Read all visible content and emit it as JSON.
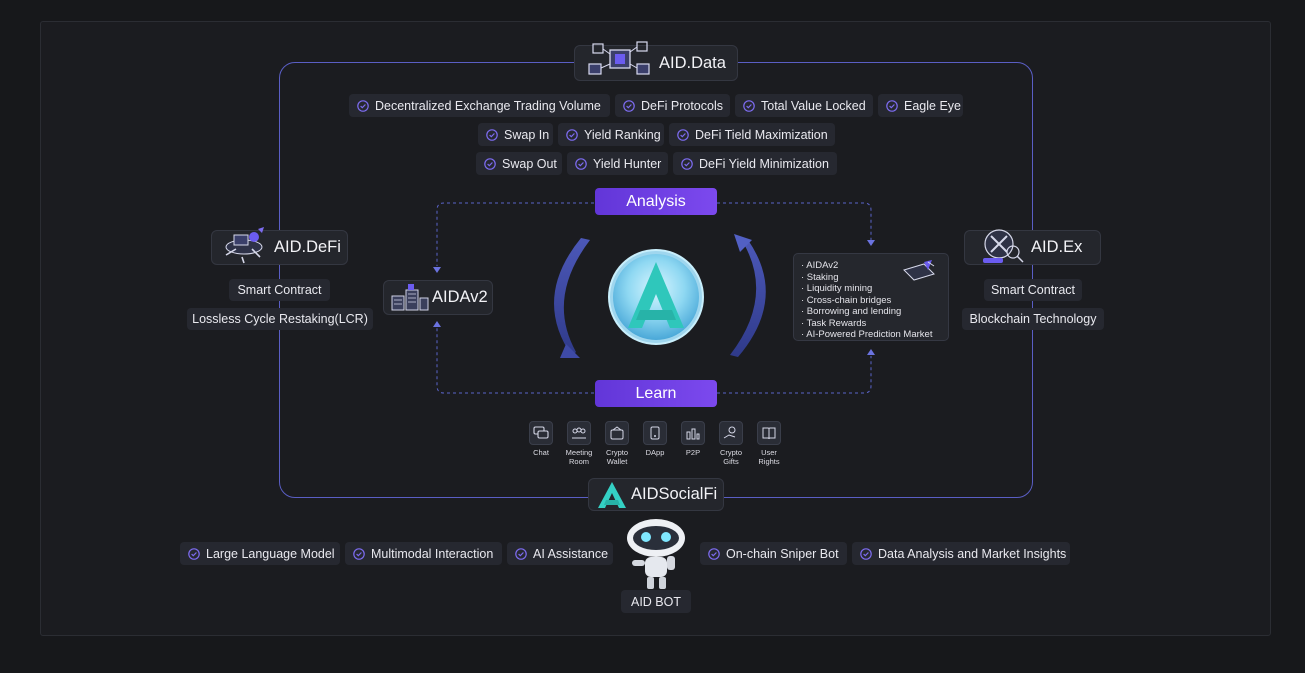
{
  "data_node": {
    "label": "AID.Data"
  },
  "data_chips": [
    {
      "label": "Decentralized Exchange Trading Volume"
    },
    {
      "label": "DeFi Protocols"
    },
    {
      "label": "Total Value Locked"
    },
    {
      "label": "Eagle Eye"
    },
    {
      "label": "Swap In"
    },
    {
      "label": "Yield Ranking"
    },
    {
      "label": "DeFi Tield Maximization"
    },
    {
      "label": "Swap Out"
    },
    {
      "label": "Yield Hunter"
    },
    {
      "label": "DeFi Yield Minimization"
    }
  ],
  "defi_node": {
    "label": "AID.DeFi"
  },
  "defi_items": [
    "Smart Contract",
    "Lossless Cycle Restaking(LCR)"
  ],
  "ex_node": {
    "label": "AID.Ex"
  },
  "ex_items": [
    "Smart Contract",
    "Blockchain Technology"
  ],
  "aidav2_node": {
    "label": "AIDAv2"
  },
  "analysis_label": "Analysis",
  "learn_label": "Learn",
  "feature_list": [
    "· AIDAv2",
    "· Staking",
    "· Liquidity mining",
    "· Cross-chain bridges",
    "· Borrowing and lending",
    "· Task Rewards",
    "· AI-Powered Prediction Market"
  ],
  "social_icons": [
    {
      "icon": "chat-icon",
      "label": "Chat"
    },
    {
      "icon": "meeting-room-icon",
      "label": "Meeting\nRoom"
    },
    {
      "icon": "crypto-wallet-icon",
      "label": "Crypto\nWallet"
    },
    {
      "icon": "dapp-icon",
      "label": "DApp"
    },
    {
      "icon": "p2p-icon",
      "label": "P2P"
    },
    {
      "icon": "crypto-gifts-icon",
      "label": "Crypto\nGifts"
    },
    {
      "icon": "user-rights-icon",
      "label": "User\nRights"
    }
  ],
  "socialfi_node": {
    "label": "AIDSocialFi"
  },
  "bot_chips_left": [
    {
      "label": "Large Language Model"
    },
    {
      "label": "Multimodal Interaction"
    },
    {
      "label": "AI Assistance"
    }
  ],
  "bot_chips_right": [
    {
      "label": "On-chain Sniper Bot"
    },
    {
      "label": "Data Analysis and Market Insights"
    }
  ],
  "bot_label": "AID BOT",
  "colors": {
    "accent": "#6a3ee3",
    "loop_border": "#5a5ec4",
    "check": "#7d6cf0",
    "logo_teal": "#3ed6c8"
  }
}
